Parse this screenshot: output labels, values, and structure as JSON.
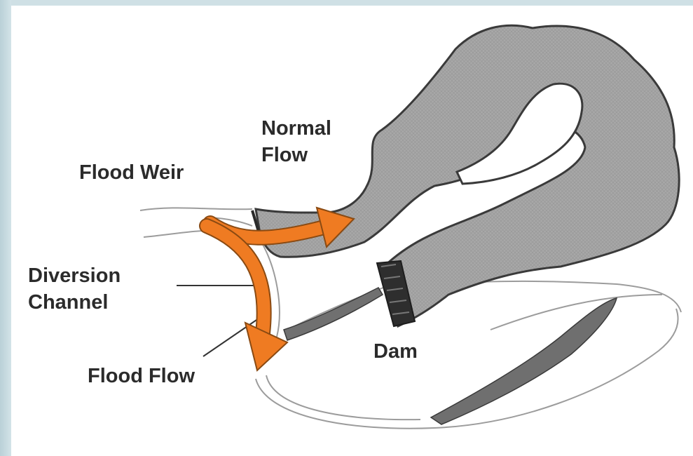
{
  "labels": {
    "normal_flow_1": "Normal",
    "normal_flow_2": "Flow",
    "flood_weir": "Flood Weir",
    "diversion_channel_1": "Diversion",
    "diversion_channel_2": "Channel",
    "dam": "Dam",
    "flood_flow": "Flood Flow"
  },
  "colors": {
    "background": "#c9dde3",
    "river_fill": "#a9a9a9",
    "outline": "#3a3a3a",
    "arrow": "#ef7b22",
    "arrow_outline": "#8a4a12",
    "text": "#2b2b2b"
  }
}
